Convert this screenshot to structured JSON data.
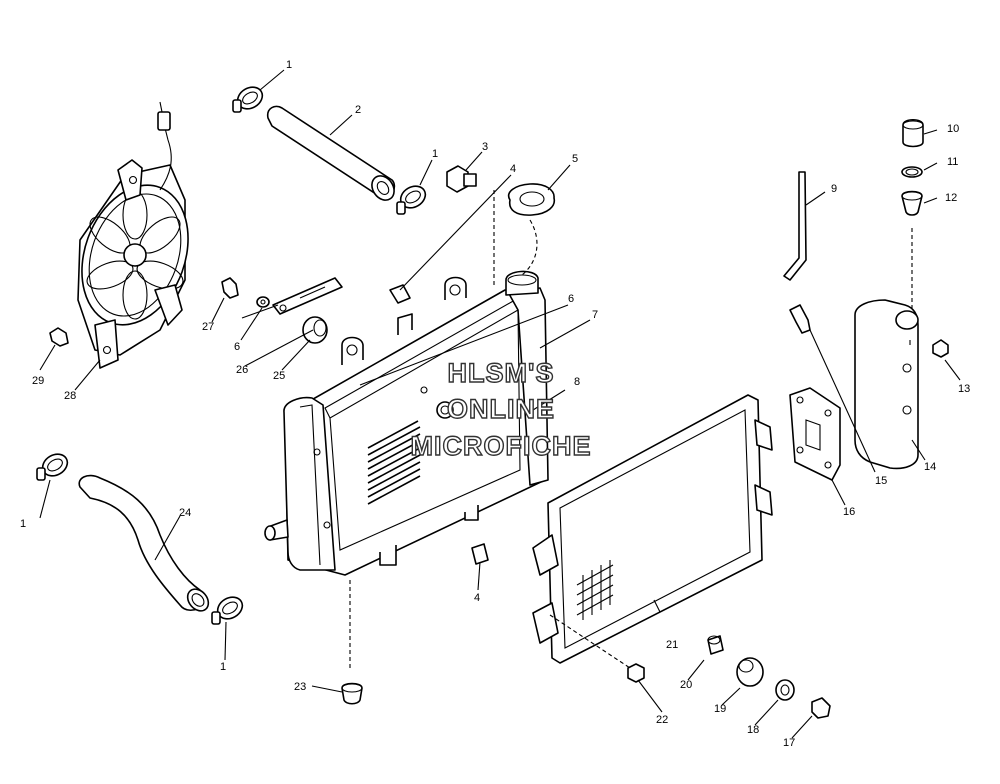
{
  "watermark": {
    "line1": "HLSM'S",
    "line2": "ONLINE",
    "line3": "MICROFICHE"
  },
  "callouts": {
    "c1a": "1",
    "c2": "2",
    "c1b": "1",
    "c3": "3",
    "c4a": "4",
    "c5": "5",
    "c6": "6",
    "c7": "7",
    "c8": "8",
    "c9": "9",
    "c10": "10",
    "c11": "11",
    "c12": "12",
    "c13": "13",
    "c14": "14",
    "c15": "15",
    "c16": "16",
    "c17": "17",
    "c18": "18",
    "c19": "19",
    "c20": "20",
    "c21": "21",
    "c22": "22",
    "c23": "23",
    "c24": "24",
    "c1c": "1",
    "c1d": "1",
    "c4b": "4",
    "c25": "25",
    "c26": "26",
    "c6b": "6",
    "c27": "27",
    "c28": "28",
    "c29": "29"
  }
}
